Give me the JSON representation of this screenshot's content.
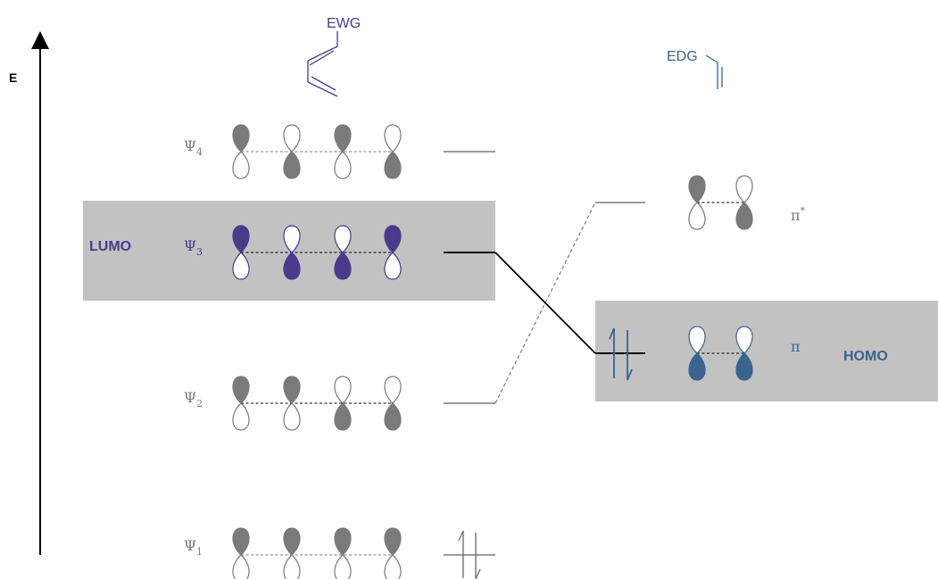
{
  "axis": {
    "label": "E"
  },
  "diene": {
    "substituent": "EWG",
    "color": "#4b3a8c",
    "orbitals": [
      {
        "symbol": "Ψ",
        "subscript": "4",
        "occupied": false,
        "phases": [
          "+",
          "-",
          "+",
          "-"
        ],
        "highlight": false
      },
      {
        "symbol": "Ψ",
        "subscript": "3",
        "occupied": false,
        "phases": [
          "+",
          "-",
          "-",
          "+"
        ],
        "highlight": true,
        "frontier_label": "LUMO"
      },
      {
        "symbol": "Ψ",
        "subscript": "2",
        "occupied": false,
        "phases": [
          "+",
          "+",
          "-",
          "-"
        ],
        "highlight": false
      },
      {
        "symbol": "Ψ",
        "subscript": "1",
        "occupied": true,
        "phases": [
          "+",
          "+",
          "+",
          "+"
        ],
        "highlight": false
      }
    ]
  },
  "dienophile": {
    "substituent": "EDG",
    "color": "#3a6390",
    "orbitals": [
      {
        "symbol": "π",
        "superscript": "*",
        "occupied": false,
        "phases": [
          "+",
          "-"
        ],
        "highlight": false
      },
      {
        "symbol": "π",
        "superscript": "",
        "occupied": true,
        "phases": [
          "-",
          "-"
        ],
        "highlight": true,
        "frontier_label": "HOMO"
      }
    ]
  },
  "colors": {
    "highlight_box": "#c2c2c2",
    "lobe_gray": "#7a7a7a",
    "text_gray": "#7a7a7a",
    "diene_accent": "#4b3a8c",
    "dienophile_accent": "#3a6390"
  }
}
